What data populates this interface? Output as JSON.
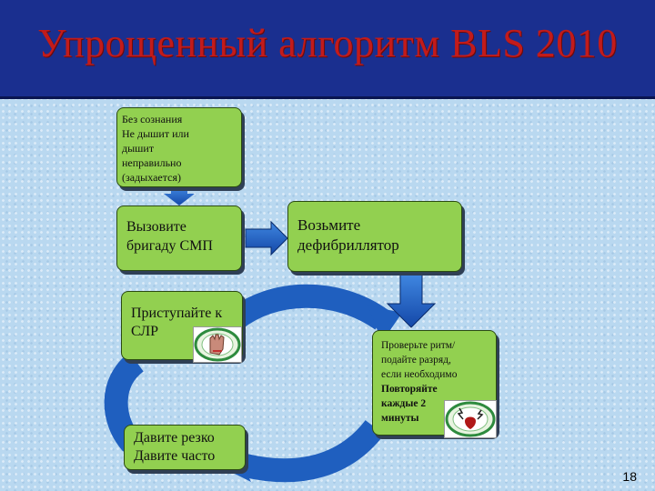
{
  "slide": {
    "title": "Упрощенный алгоритм BLS 2010",
    "page_number": "18"
  },
  "boxes": {
    "unconscious": [
      "Без сознания",
      "Не дышит или",
      "дышит",
      "неправильно",
      "(задыхается)"
    ],
    "call_ems": [
      "Вызовите",
      "бригаду СМП"
    ],
    "get_aed": [
      "Возьмите",
      "дефибриллятор"
    ],
    "start_cpr": [
      "Приступайте к",
      "СЛР"
    ],
    "check_rhythm": [
      "Проверьте ритм/",
      "подайте разряд,",
      "если необходимо"
    ],
    "repeat_bold": [
      "Повторяйте",
      "каждые 2",
      "минуты"
    ],
    "compressions": [
      "Давите резко",
      "Давите часто"
    ]
  },
  "icons": {
    "cpr": "cpr-hands-icon",
    "defib": "defibrillator-shock-icon"
  },
  "colors": {
    "title_bar": "#1a2f8f",
    "title_text": "#c21b1b",
    "box_fill": "#92d050",
    "arrow_fill": "#1f5fbf",
    "background": "#b9d8f0"
  }
}
